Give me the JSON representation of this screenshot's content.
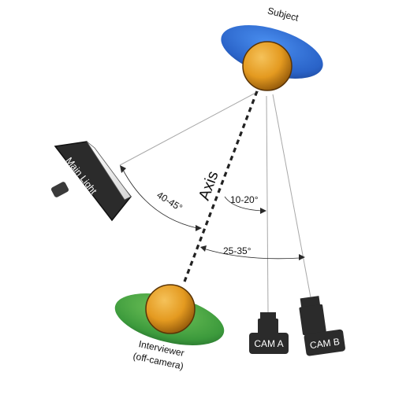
{
  "labels": {
    "subject": "Subject",
    "axis": "Axis",
    "main_light": "Main Light",
    "interviewer_line1": "Interviewer",
    "interviewer_line2": "(off-camera)",
    "cam_a": "CAM A",
    "cam_b": "CAM B",
    "angle_light": "40-45°",
    "angle_cam_a": "10-20°",
    "angle_cam_b": "25-35°"
  },
  "colors": {
    "subject_ellipse": "#2a63c8",
    "interviewer_ellipse": "#3c9a3c",
    "head": "#e49a20",
    "camera_body": "#2b2b2b",
    "softbox_frame": "#2b2b2b",
    "softbox_face": "#f4f4f4"
  }
}
